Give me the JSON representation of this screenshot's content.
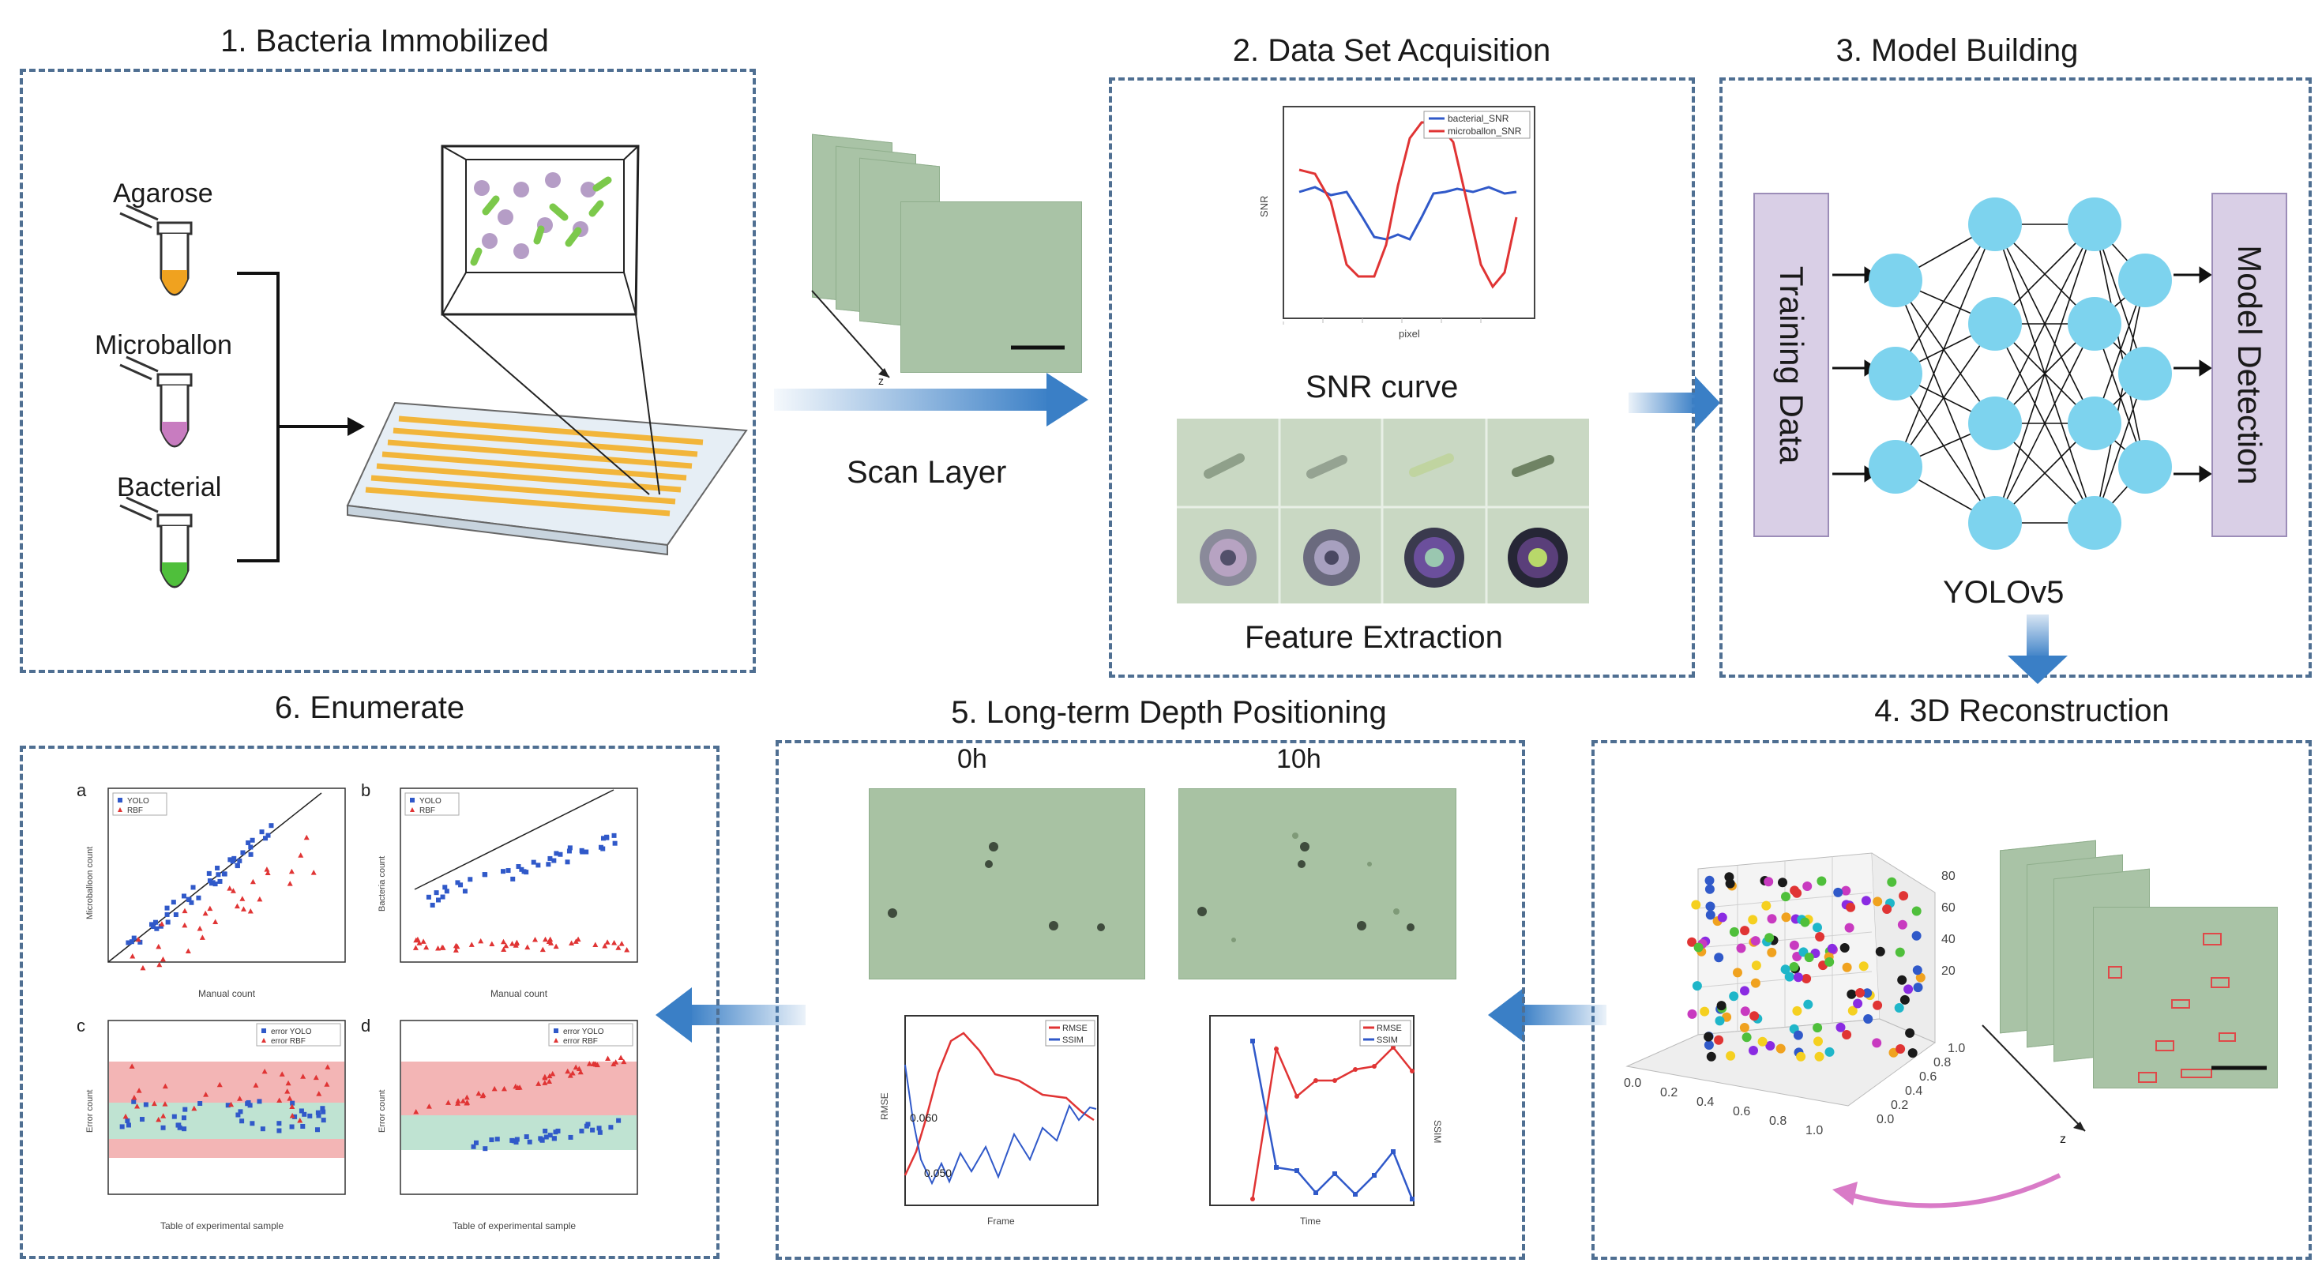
{
  "titles": {
    "s1": "1. Bacteria Immobilized",
    "s2": "2. Data Set Acquisition",
    "s3": "3. Model Building",
    "s4": "4. 3D Reconstruction",
    "s5": "5. Long-term Depth Positioning",
    "s6": "6. Enumerate"
  },
  "step1": {
    "agarose": "Agarose",
    "microballon": "Microballon",
    "bacterial": "Bacterial"
  },
  "scan": {
    "label": "Scan Layer",
    "axis": "z"
  },
  "step2": {
    "snr_label": "SNR curve",
    "feature_label": "Feature Extraction",
    "legend": [
      "bacterial_SNR",
      "microballon_SNR"
    ],
    "xlabel": "pixel",
    "ylabel": "SNR"
  },
  "step3": {
    "input": "Training Data",
    "output": "Model Detection",
    "model": "YOLOv5",
    "layers": [
      3,
      4,
      4,
      3
    ]
  },
  "step4": {
    "axis": "z",
    "zticks": [
      "80",
      "60",
      "40",
      "20"
    ],
    "xticks": [
      "0.0",
      "0.2",
      "0.4",
      "0.6",
      "0.8",
      "1.0"
    ],
    "yticks": [
      "1.0",
      "0.8",
      "0.6",
      "0.4",
      "0.2",
      "0.0"
    ]
  },
  "step5": {
    "t0": "0h",
    "t10": "10h",
    "legend": [
      "RMSE",
      "SSIM"
    ],
    "annotations": [
      "0.060",
      "0.050"
    ],
    "xlabel_left": "Frame",
    "xlabel_right": "Time",
    "ylabel_left": "RMSE",
    "ylabel_right": "SSIM"
  },
  "step6": {
    "panel_letters": [
      "a",
      "b",
      "c",
      "d"
    ],
    "legend_ab": [
      "YOLO",
      "RBF"
    ],
    "legend_c": [
      "error YOLO",
      "error RBF"
    ],
    "legend_d": [
      "error YOLO",
      "error RBF"
    ],
    "xlabel_ab": "Manual count",
    "xlabel_cd": "Table of experimental sample",
    "ylabel_a": "Microballoon count",
    "ylabel_b": "Bacteria count",
    "ylabel_cd": "Error count"
  },
  "colors": {
    "panel_border": "#4f6f92",
    "arrow": "#3a7fc6",
    "node": "#7dd3ee",
    "bar": "#d9cfe6",
    "agarose": "#f0a21f",
    "microballon": "#c87cc0",
    "bacterial": "#4fbf3b",
    "yolo": "#3059c9",
    "rbf": "#e03434",
    "recon_arrow": "#d97bc7"
  }
}
